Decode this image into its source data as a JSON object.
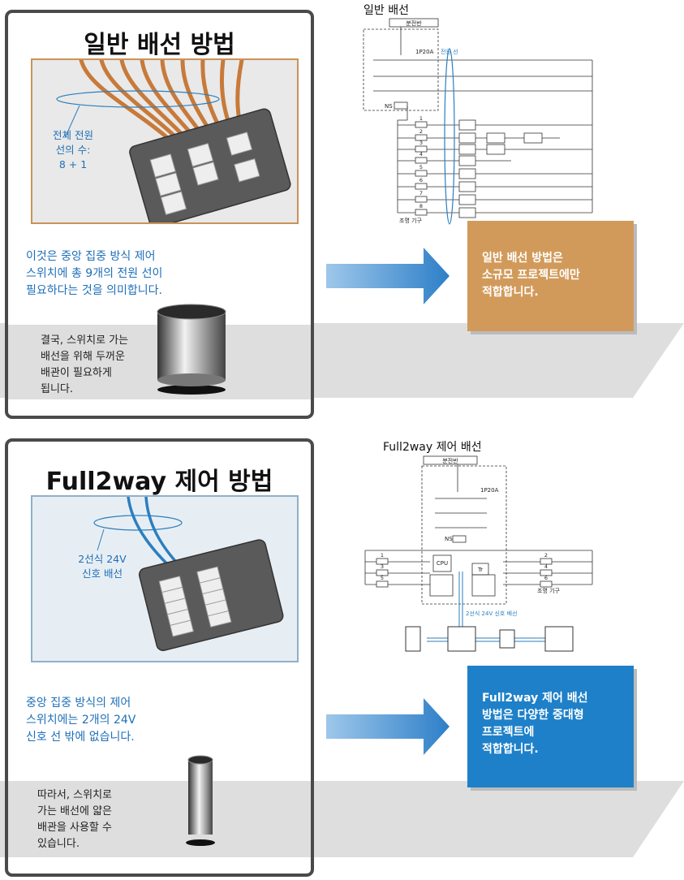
{
  "top": {
    "title": "일반 배선 방법",
    "wire_count_label": [
      "전체 전원",
      "선의 수:",
      "8 + 1"
    ],
    "explanation": [
      "이것은 중앙 집중 방식 제어",
      "스위치에 총 9개의 전원 선이",
      "필요하다는 것을 의미합니다."
    ],
    "conclusion": [
      "결국, 스위치로 가는",
      "배선을 위해 두꺼운",
      "배관이 필요하게",
      "됩니다."
    ],
    "diagram": {
      "title": "일반 배선",
      "panel_label": "분전반",
      "breaker": "1P20A",
      "power_line_label": "전원 선",
      "ns_label": "NS",
      "circuits": [
        "1",
        "2",
        "3",
        "4",
        "5",
        "6",
        "7",
        "8"
      ],
      "fixture_label": "조명 기구"
    },
    "result": [
      "일반 배선 방법은",
      "소규모 프로젝트에만",
      "적합합니다."
    ]
  },
  "bottom": {
    "title": "Full2way 제어 방법",
    "signal_label": [
      "2선식 24V",
      "신호 배선"
    ],
    "explanation": [
      "중앙 집중 방식의 제어",
      "스위치에는 2개의 24V",
      "신호 선 밖에 없습니다."
    ],
    "conclusion": [
      "따라서, 스위치로",
      "가는 배선에 얇은",
      "배관을 사용할 수",
      "있습니다."
    ],
    "diagram": {
      "title": "Full2way 제어 배선",
      "panel_label": "분전반",
      "breaker": "1P20A",
      "ns_label": "NS",
      "cpu_label": "CPU",
      "tr_label": "Tr",
      "left_circuits": [
        "1",
        "3",
        "5"
      ],
      "right_circuits": [
        "2",
        "4",
        "6"
      ],
      "fixture_label": "조명 기구",
      "signal_line_label": "2선식 24V 신호 배선"
    },
    "result": [
      "Full2way 제어 배선",
      "방법은 다양한 중대형",
      "프로젝트에",
      "적합합니다."
    ]
  },
  "colors": {
    "result_top": "#d29a5a",
    "result_bottom": "#1e80c8",
    "wire_copper": "#c77a3a",
    "wire_blue": "#2b7fbf",
    "accent_blue": "#1e6fb8",
    "grey_band": "#dedede"
  }
}
